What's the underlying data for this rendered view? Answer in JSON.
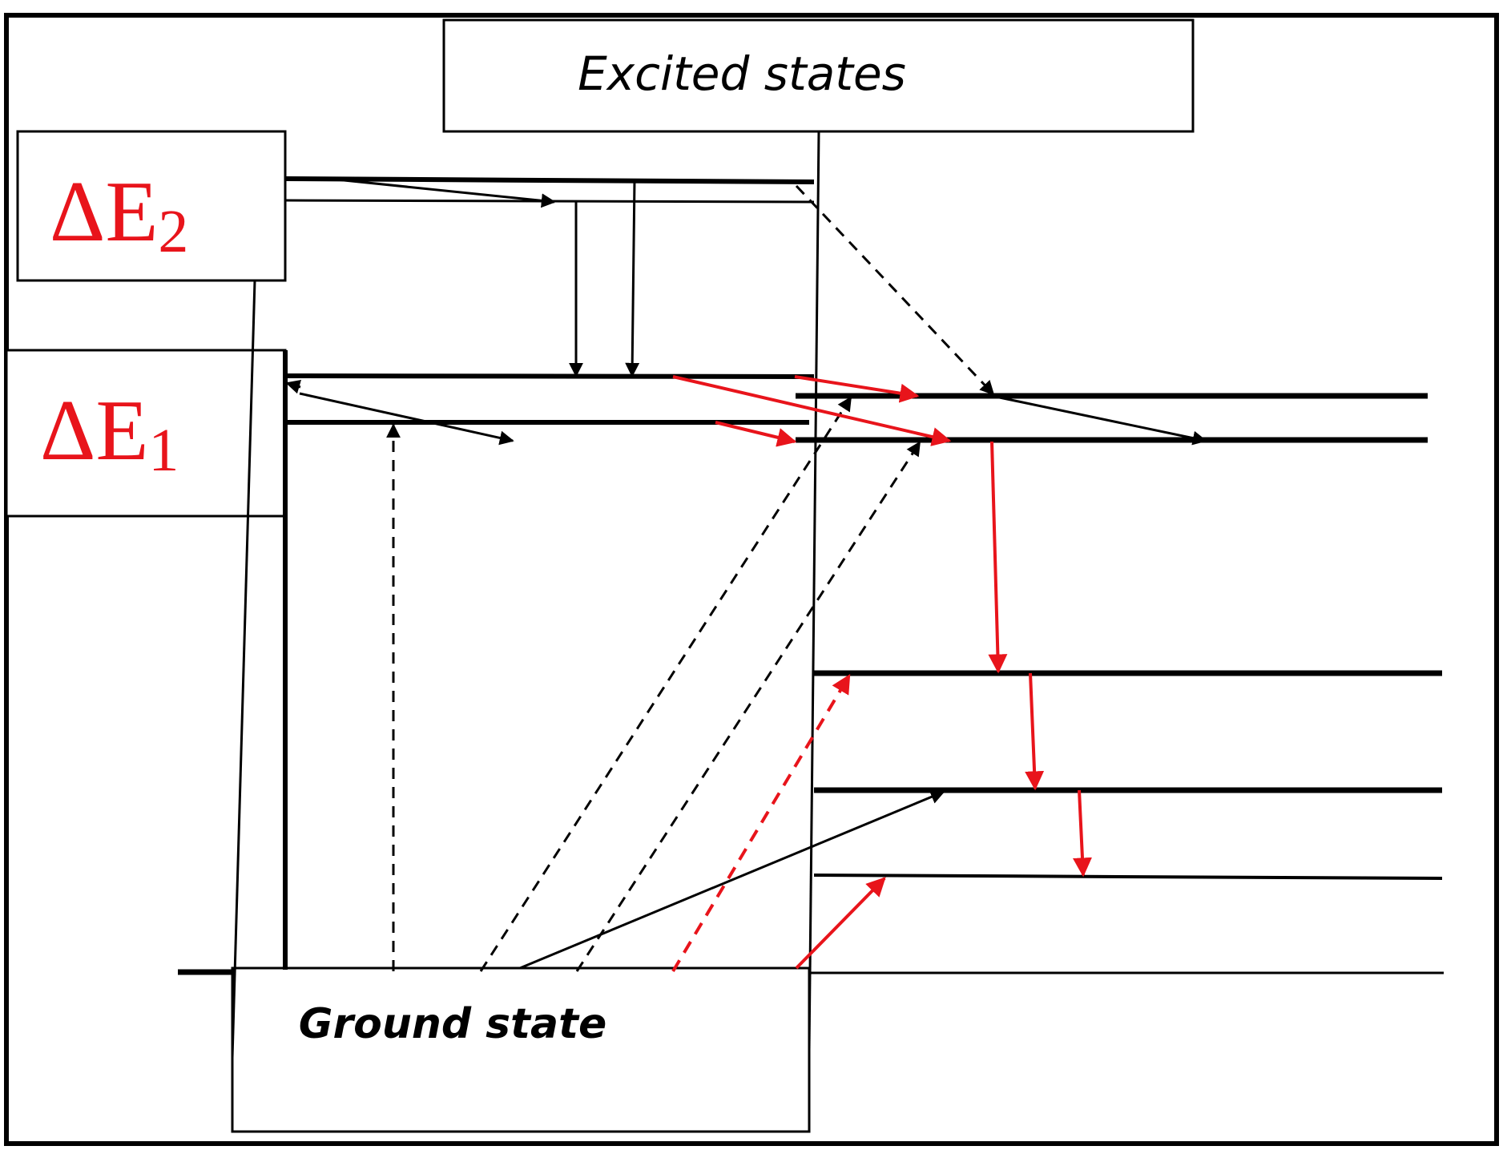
{
  "labels": {
    "excited_states": "Excited states",
    "ground_state": "Ground state",
    "delta_e2_symbol": "ΔE",
    "delta_e2_subscript": "2",
    "delta_e1_symbol": "ΔE",
    "delta_e1_subscript": "1"
  },
  "colors": {
    "ink": "#000000",
    "accent": "#e8141b",
    "background": "#ffffff"
  }
}
